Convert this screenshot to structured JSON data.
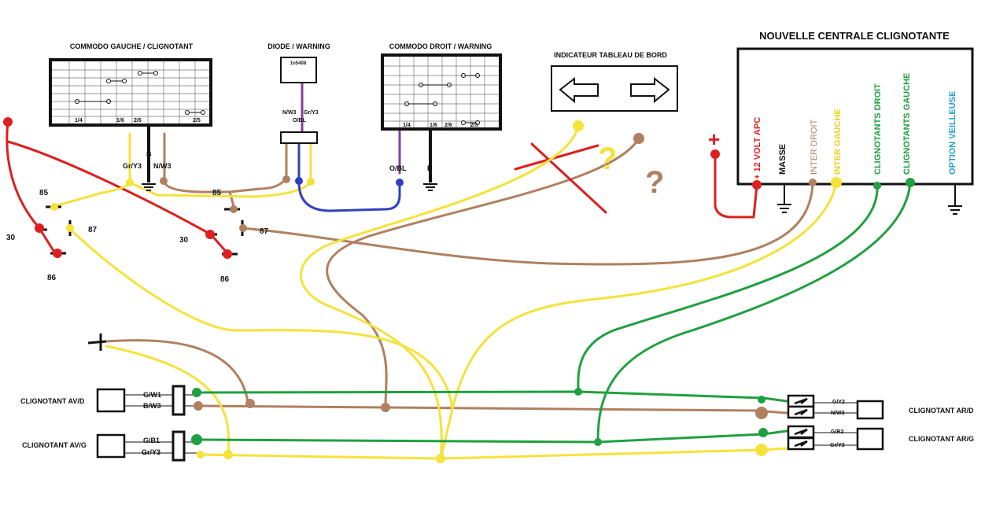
{
  "boxes": {
    "commodo_gauche": {
      "title": "COMMODO GAUCHE / CLIGNOTANT",
      "bottom_labels": [
        "1/4",
        "1/6",
        "2/6",
        "2/5"
      ]
    },
    "diode": {
      "title": "DIODE / WARNING",
      "part": "1n5408",
      "pins": [
        "N/W3",
        "Gr/Y3"
      ],
      "out": "O/BL"
    },
    "commodo_droit": {
      "title": "COMMODO DROIT / WARNING",
      "bottom_labels": [
        "1/4",
        "1/6",
        "2/6",
        "2/5"
      ]
    },
    "indicateur": {
      "title": "INDICATEUR TABLEAU DE BORD"
    },
    "centrale": {
      "title": "NOUVELLE CENTRALE CLIGNOTANTE",
      "terminals": [
        {
          "label": "+ 12 VOLT APC",
          "color": "#e02020"
        },
        {
          "label": "MASSE",
          "color": "#111111"
        },
        {
          "label": "INTER DROIT",
          "color": "#b08060"
        },
        {
          "label": "INTER GAUCHE",
          "color": "#f0d020"
        },
        {
          "label": "CLIGNOTANTS DROIT",
          "color": "#20a040"
        },
        {
          "label": "CLIGNOTANTS GAUCHE",
          "color": "#20a040"
        },
        {
          "label": "OPTION VEILLEUSE",
          "color": "#20a0d0"
        }
      ],
      "plus_sign": "+"
    }
  },
  "wires": {
    "gr_y3": "Gr/Y3",
    "b": "B",
    "n_w3": "N/W3",
    "o_bl": "O/BL",
    "b2": "B"
  },
  "relays": {
    "left": {
      "n85": "85",
      "n87": "87",
      "n30": "30",
      "n86": "86"
    },
    "right": {
      "n85": "85",
      "n87": "87",
      "n30": "30",
      "n86": "86"
    }
  },
  "front": {
    "av_d": {
      "label": "CLIGNOTANT AV/D",
      "w1": "G/W1",
      "w2": "B/W3"
    },
    "av_g": {
      "label": "CLIGNOTANT AV/G",
      "w1": "G/B1",
      "w2": "Gr/Y3"
    }
  },
  "rear": {
    "ar_d": {
      "label": "CLIGNOTANT AR/D",
      "w1": "G/Y2",
      "w2": "N/W3"
    },
    "ar_g": {
      "label": "CLIGNOTANT AR/G",
      "w1": "G/R2",
      "w2": "Gr/Y3"
    }
  },
  "colors": {
    "yellow": "#f5e23a",
    "brown": "#b08060",
    "green": "#20a040",
    "red": "#dd1f1f",
    "blue": "#3040c0"
  }
}
